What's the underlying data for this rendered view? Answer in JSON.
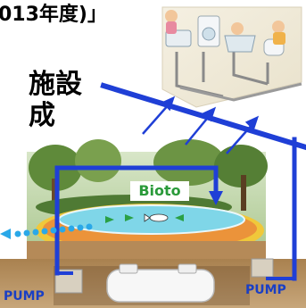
{
  "texts": {
    "title_fragment": "013年度)」",
    "line1": "施設",
    "line2": "成",
    "bioto": "Bioto",
    "pump_left": "PUMP",
    "pump_right": "PUMP"
  },
  "colors": {
    "pipe_blue": "#1f3fd6",
    "pump_text": "#1a3fc4",
    "bioto_text": "#2a9a3a",
    "water": "#7fd6e8",
    "dots": "#2aa8e8"
  },
  "icons": [
    "bathroom-scene-illustration",
    "park-pond-photo",
    "septic-tank-illustration",
    "fish-icon"
  ]
}
